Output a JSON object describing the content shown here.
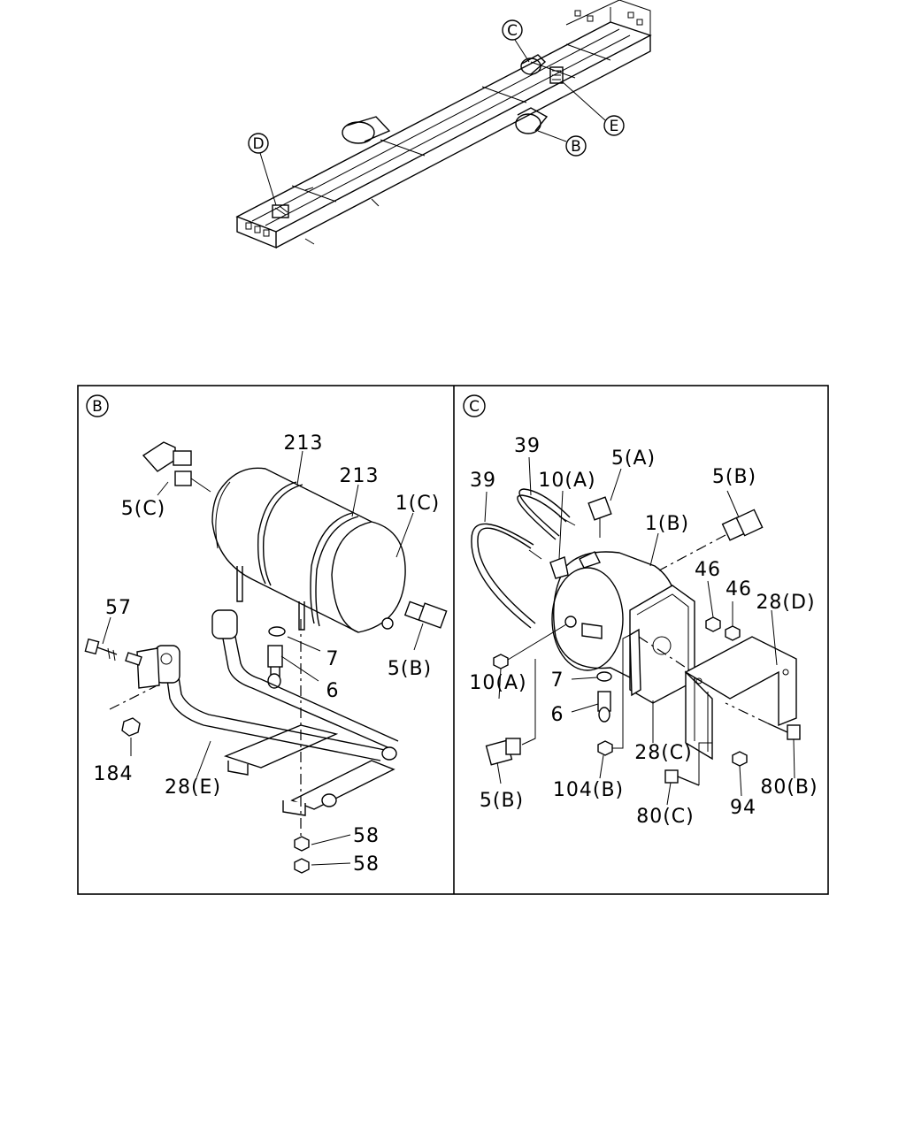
{
  "overview": {
    "callouts": {
      "C": "C",
      "E": "E",
      "B": "B",
      "D": "D"
    }
  },
  "panel_b": {
    "header": "B",
    "labels": {
      "l213a": "213",
      "l213b": "213",
      "l1c": "1(C)",
      "l5c": "5(C)",
      "l57": "57",
      "l7": "7",
      "l6": "6",
      "l5b": "5(B)",
      "l184": "184",
      "l28e": "28(E)",
      "l58a": "58",
      "l58b": "58"
    }
  },
  "panel_c": {
    "header": "C",
    "labels": {
      "l39a": "39",
      "l39b": "39",
      "l10a_top": "10(A)",
      "l5a": "5(A)",
      "l5b_top": "5(B)",
      "l1b": "1(B)",
      "l46a": "46",
      "l46b": "46",
      "l28d": "28(D)",
      "l7": "7",
      "l10a_bot": "10(A)",
      "l6": "6",
      "l28c": "28(C)",
      "l104b": "104(B)",
      "l5b_bot": "5(B)",
      "l80c": "80(C)",
      "l94": "94",
      "l80b": "80(B)"
    }
  }
}
